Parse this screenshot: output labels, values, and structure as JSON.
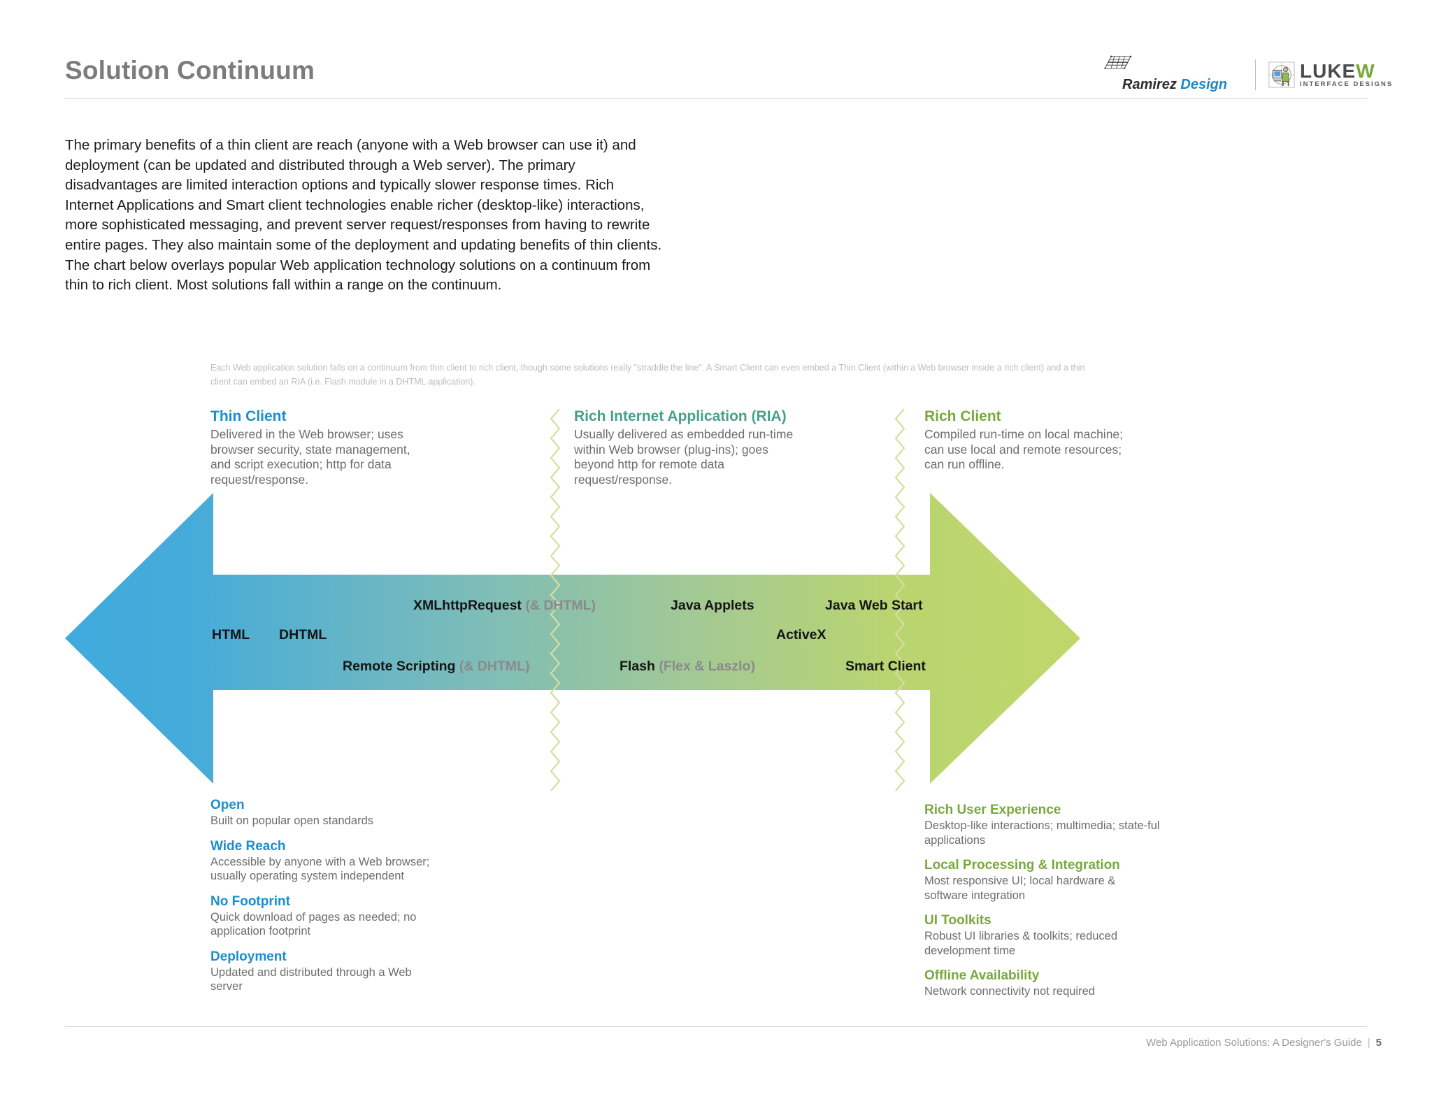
{
  "header": {
    "title": "Solution Continuum",
    "logos": {
      "ramirez": {
        "word1": "Ramirez",
        "word2": "Design",
        "icon": "mesh-grid-icon"
      },
      "lukew": {
        "main1": "LUKE",
        "main2": "W",
        "sub": "INTERFACE DESIGNS",
        "icon": "computer-person-icon"
      }
    }
  },
  "intro": {
    "paragraph": "The primary benefits of a thin client are reach (anyone with a Web browser can use it) and deployment (can be updated and distributed through a Web server). The primary disadvantages are limited interaction options and typically slower response times. Rich Internet Applications and Smart client technologies enable richer (desktop-like) interactions, more sophisticated messaging, and prevent server request/responses from having to rewrite entire pages. They also maintain some of the deployment and updating benefits of thin clients. The chart below overlays popular Web application technology solutions on a continuum from thin to rich client. Most solutions fall within a range on the continuum."
  },
  "diagram": {
    "caption": "Each Web application solution falls on a continuum from thin client to rich client, though some solutions really \"straddle the line\".  A Smart Client can even embed a Thin Client (within a Web browser inside a rich client) and a thin client can embed an RIA (i.e. Flash module in a DHTML application).",
    "columns": [
      {
        "title": "Thin Client",
        "color": "#1b8fce",
        "desc": "Delivered in the Web browser; uses browser security, state management, and script execution; http for data request/response."
      },
      {
        "title": "Rich Internet Application (RIA)",
        "color": "#46a08a",
        "desc": "Usually delivered as embedded run-time within Web browser (plug-ins); goes beyond http for remote data request/response."
      },
      {
        "title": "Rich Client",
        "color": "#78a93c",
        "desc": "Compiled run-time on local machine; can use local and remote resources; can run offline."
      }
    ],
    "arrow": {
      "gradient_start": "#3fabdc",
      "gradient_mid": "#8fc4a8",
      "gradient_end": "#bed56a",
      "zigzag_color": "#d8dda0"
    },
    "technologies": [
      {
        "label": "HTML",
        "note": ""
      },
      {
        "label": "DHTML",
        "note": ""
      },
      {
        "label": "XMLhttpRequest",
        "note": "(& DHTML)"
      },
      {
        "label": "Remote Scripting",
        "note": "(& DHTML)"
      },
      {
        "label": "Java Applets",
        "note": ""
      },
      {
        "label": "Flash",
        "note": "(Flex & Laszlo)"
      },
      {
        "label": "Java Web Start",
        "note": ""
      },
      {
        "label": "ActiveX",
        "note": ""
      },
      {
        "label": "Smart Client",
        "note": ""
      }
    ]
  },
  "benefits_thin": {
    "color": "#1b8fce",
    "items": [
      {
        "title": "Open",
        "desc": "Built on popular open standards"
      },
      {
        "title": "Wide Reach",
        "desc": "Accessible by anyone with a Web browser; usually operating system independent"
      },
      {
        "title": "No Footprint",
        "desc": "Quick download of pages as needed; no application footprint"
      },
      {
        "title": "Deployment",
        "desc": "Updated and distributed through a Web server"
      }
    ]
  },
  "benefits_rich": {
    "color": "#78a93c",
    "items": [
      {
        "title": "Rich User Experience",
        "desc": "Desktop-like interactions; multimedia; state-ful applications"
      },
      {
        "title": "Local Processing & Integration",
        "desc": "Most responsive UI; local hardware & software integration"
      },
      {
        "title": "UI Toolkits",
        "desc": "Robust UI libraries & toolkits; reduced development time"
      },
      {
        "title": "Offline Availability",
        "desc": "Network connectivity not required"
      }
    ]
  },
  "footer": {
    "document_title": "Web Application Solutions: A Designer's Guide",
    "separator": "|",
    "page_number": "5"
  }
}
